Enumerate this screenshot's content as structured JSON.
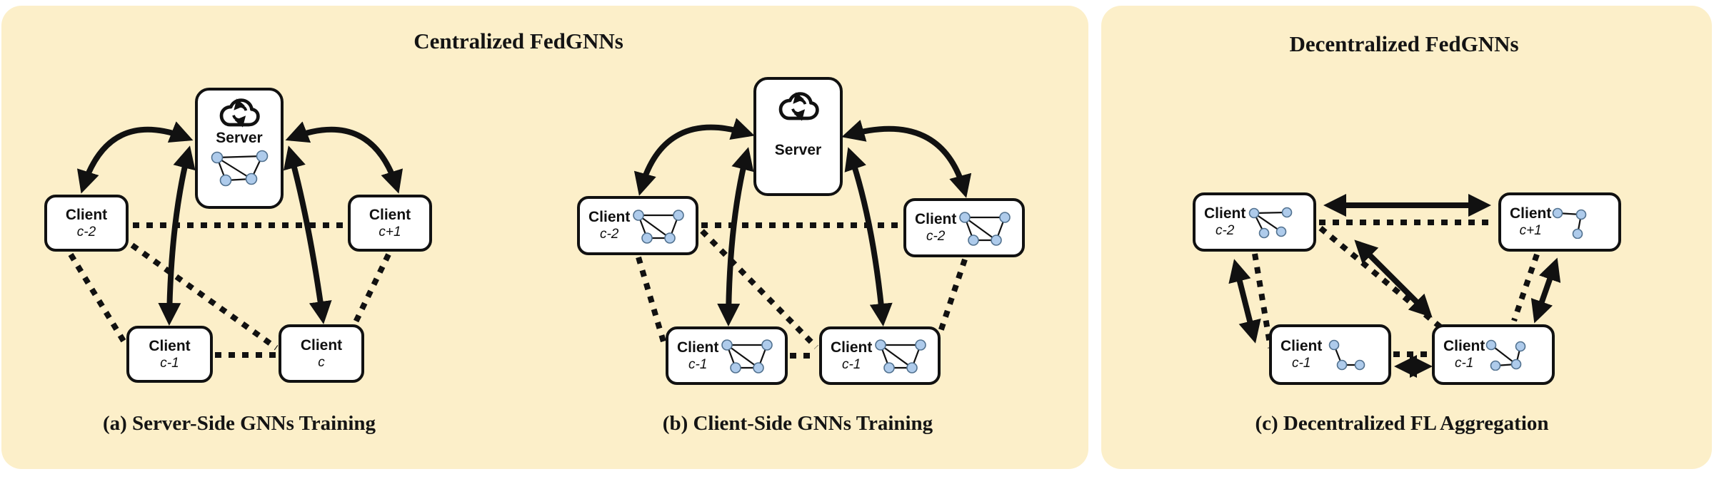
{
  "colors": {
    "panel_background": "#FCEFC9",
    "box_border": "#111111",
    "arrow": "#111111",
    "graph_node_fill": "#AECBEB",
    "graph_node_stroke": "#51718F"
  },
  "icons": {
    "server": "cloud-sync-icon",
    "client_graph": "graph-icon"
  },
  "left_panel": {
    "title": "Centralized FedGNNs"
  },
  "right_panel": {
    "title": "Decentralized FedGNNs"
  },
  "figure_a": {
    "caption": "(a) Server-Side GNNs Training",
    "server_label": "Server",
    "client_label": "Client",
    "clients": {
      "top_left": "c-2",
      "top_right": "c+1",
      "bottom_left": "c-1",
      "bottom_right": "c"
    }
  },
  "figure_b": {
    "caption": "(b) Client-Side GNNs Training",
    "server_label": "Server",
    "client_label": "Client",
    "clients": {
      "top_left": "c-2",
      "top_right": "c-2",
      "bottom_left": "c-1",
      "bottom_right": "c-1"
    }
  },
  "figure_c": {
    "caption": "(c) Decentralized FL Aggregation",
    "client_label": "Client",
    "clients": {
      "top_left": "c-2",
      "top_right": "c+1",
      "bottom_left": "c-1",
      "bottom_right": "c-1"
    }
  }
}
